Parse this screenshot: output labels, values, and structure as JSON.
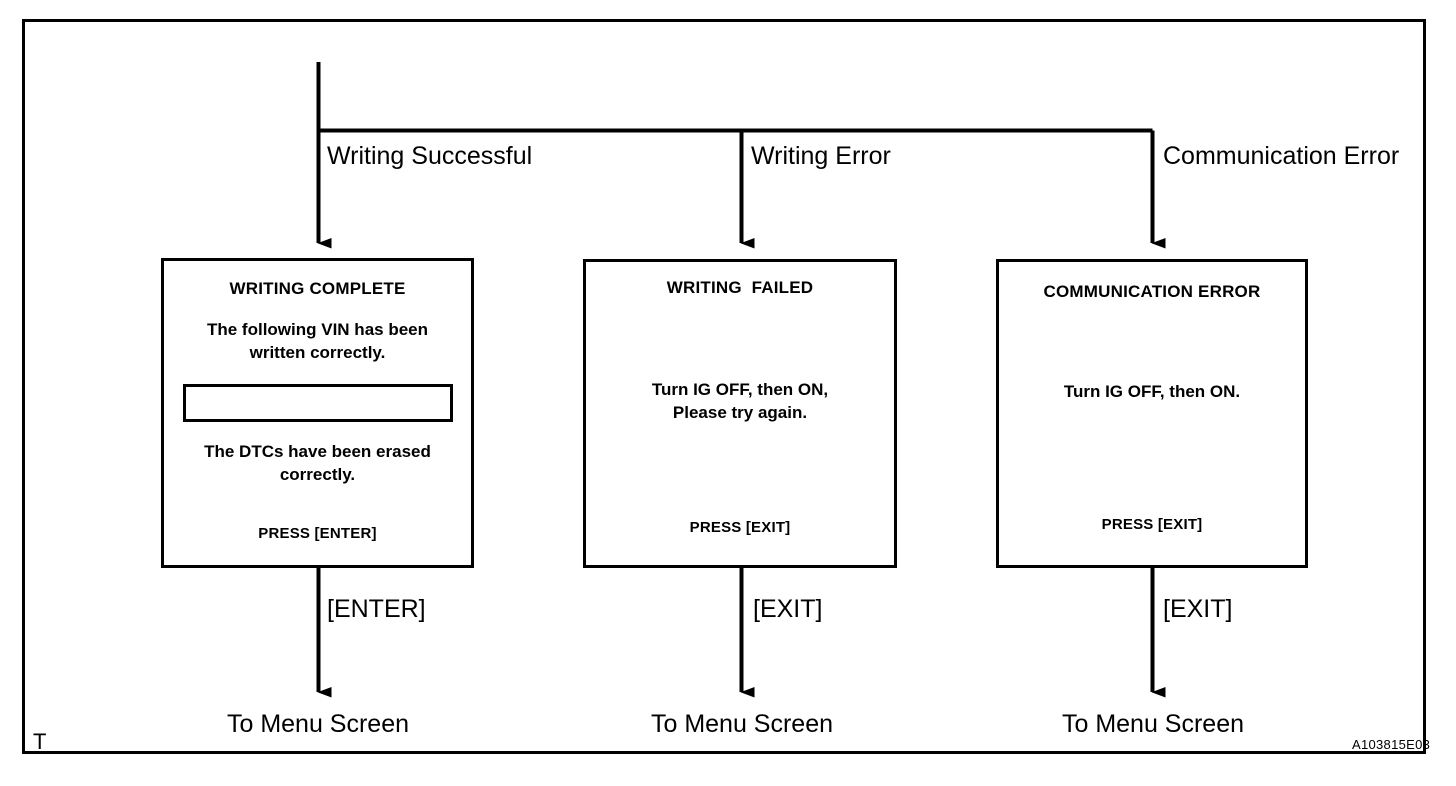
{
  "figure": {
    "id_label": "A103815E03",
    "corner_mark": "T",
    "line_color": "#000000",
    "background_color": "#ffffff"
  },
  "branches": [
    {
      "label": "Writing Successful"
    },
    {
      "label": "Writing Error"
    },
    {
      "label": "Communication Error"
    }
  ],
  "boxes": [
    {
      "title": "WRITING COMPLETE",
      "message_a": "The following VIN has been\nwritten correctly.",
      "field_value": "",
      "message_b": "The DTCs have been erased\ncorrectly.",
      "footer": "PRESS [ENTER]"
    },
    {
      "title": "WRITING  FAILED",
      "message_a": "Turn IG OFF, then ON,\nPlease try again.",
      "footer": "PRESS [EXIT]"
    },
    {
      "title": "COMMUNICATION ERROR",
      "message_a": "Turn IG OFF, then ON.",
      "footer": "PRESS [EXIT]"
    }
  ],
  "exits": [
    {
      "key_label": "[ENTER]",
      "terminal": "To Menu Screen"
    },
    {
      "key_label": "[EXIT]",
      "terminal": "To Menu Screen"
    },
    {
      "key_label": "[EXIT]",
      "terminal": "To Menu Screen"
    }
  ]
}
